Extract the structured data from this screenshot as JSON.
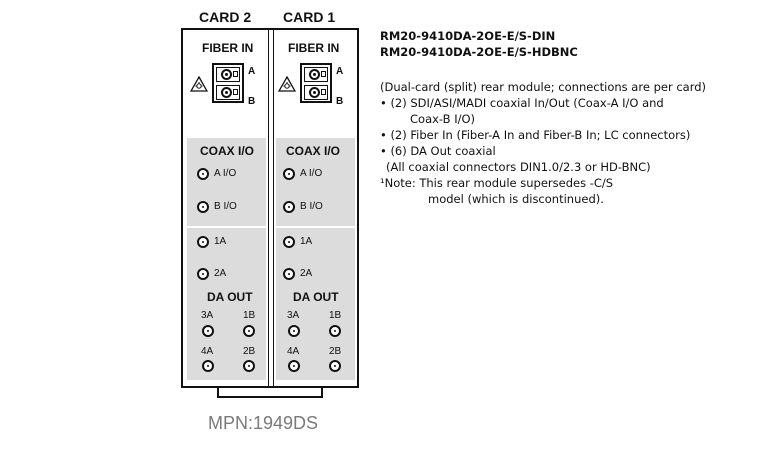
{
  "headers": {
    "card2": "CARD 2",
    "card1": "CARD 1"
  },
  "card": {
    "fiber_in": "FIBER IN",
    "port_a": "A",
    "port_b": "B",
    "coax_io": "COAX I/O",
    "a_io": "A I/O",
    "b_io": "B I/O",
    "out_1a": "1A",
    "out_2a": "2A",
    "da_out": "DA OUT",
    "out_3a": "3A",
    "out_1b": "1B",
    "out_4a": "4A",
    "out_2b": "2B"
  },
  "mpn": "MPN:1949DS",
  "models": [
    "RM20-9410DA-2OE-E/S-DIN",
    "RM20-9410DA-2OE-E/S-HDBNC"
  ],
  "description": {
    "intro": "(Dual-card (split) rear module; connections are per card)",
    "bullet1": "• (2) SDI/ASI/MADI coaxial In/Out (Coax-A I/O and",
    "bullet1b": "Coax-B I/O)",
    "bullet2": "• (2) Fiber In (Fiber-A In and Fiber-B In; LC connectors)",
    "bullet3": "• (6) DA Out coaxial",
    "bullet3b": "(All coaxial connectors DIN1.0/2.3 or HD-BNC)",
    "note": "¹Note: This rear module supersedes -C/S",
    "note2": "model (which is discontinued)."
  },
  "colors": {
    "panel_gray": "#dcdcdc",
    "mpn_gray": "#7a7a7a",
    "outline": "#111111"
  },
  "icons": [
    "laser-warning-icon",
    "lc-fiber-connector-icon",
    "coax-connector-icon"
  ]
}
